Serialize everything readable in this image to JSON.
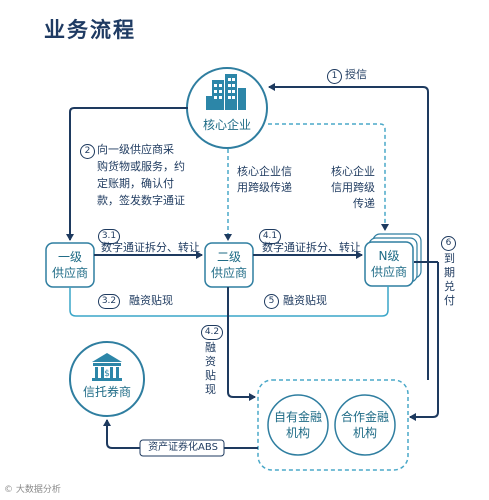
{
  "title": "业务流程",
  "nodes": {
    "core": "核心企业",
    "tier1": "一级\n供应商",
    "tier2": "二级\n供应商",
    "tierN": "N级\n供应商",
    "trust": "信托券商",
    "own_fin": "自有金融\n机构",
    "partner_fin": "合作金融\n机构"
  },
  "steps": {
    "s1": {
      "num": "1",
      "text": "授信"
    },
    "s2": {
      "num": "2",
      "text": "向一级供应商采\n购货物或服务，约\n定账期，确认付\n款，签发数字通证"
    },
    "s31": {
      "num": "3.1",
      "text": "数字通证拆分、转让"
    },
    "s32": {
      "num": "3.2",
      "text": "融资贴现"
    },
    "s41": {
      "num": "4.1",
      "text": "数字通证拆分、转让"
    },
    "s42": {
      "num": "4.2",
      "text": "融\n资\n贴\n现"
    },
    "s5": {
      "num": "5",
      "text": "融资贴现"
    },
    "s6": {
      "num": "6",
      "text": "到\n期\n兑\n付"
    }
  },
  "notes": {
    "credit_transfer_left": "核心企业信\n用跨级传递",
    "credit_transfer_right": "核心企业\n信用跨级\n传递"
  },
  "abs_label": "资产证券化ABS",
  "watermark": "© 大数据分析",
  "colors": {
    "primary": "#1e3a5f",
    "accent": "#1e6b86",
    "light": "#3aa6c8",
    "dashed": "#4aa8c8",
    "icon": "#2c86a8"
  }
}
